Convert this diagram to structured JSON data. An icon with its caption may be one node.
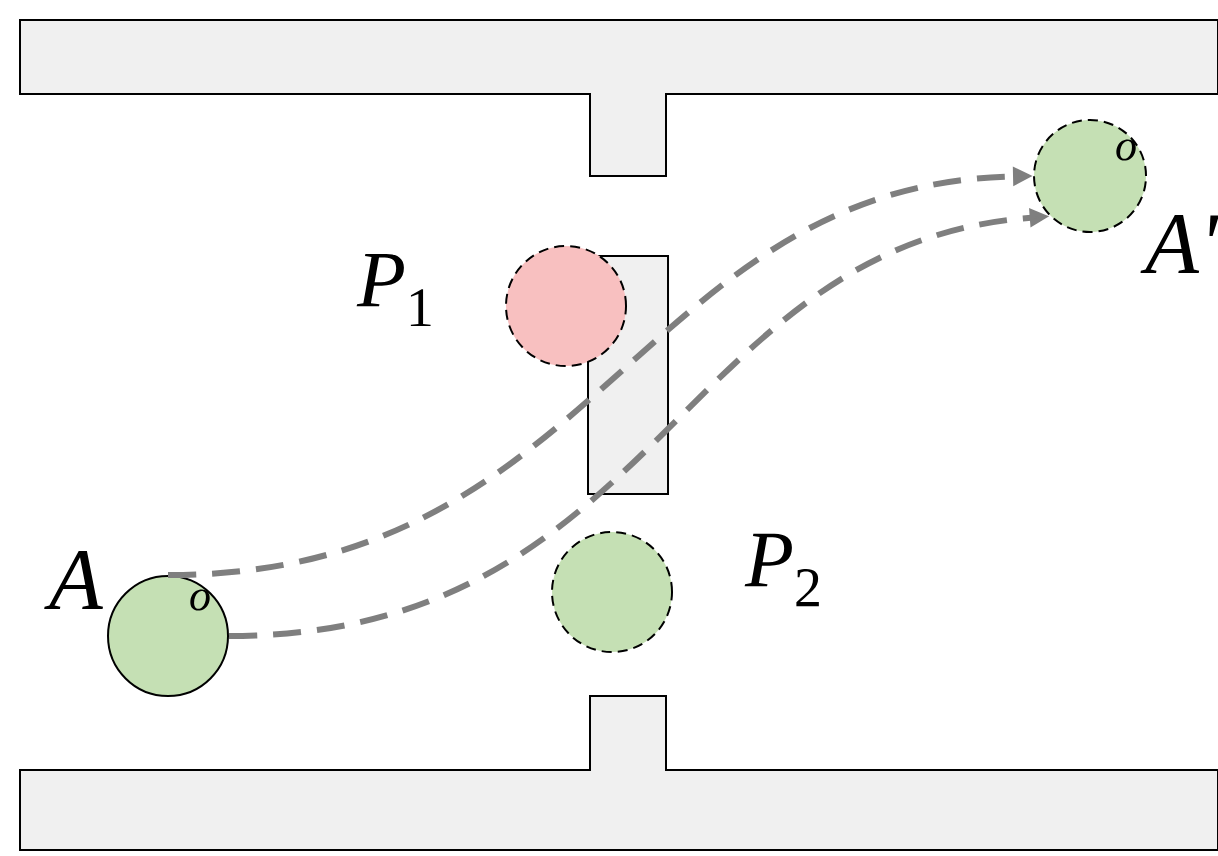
{
  "diagram": {
    "nodes": [
      {
        "text": [
          "*o*"
        ],
        "beside": [
          "*A*"
        ]
      },
      {
        "text": [
          "*o*"
        ],
        "beside": [
          "*A'*"
        ]
      },
      {
        "text": [],
        "shape": "circle",
        "beside": [
          "*P*$_{1}$"
        ]
      },
      {
        "text": [],
        "shape": "circle",
        "beside": [
          "*P*$_{2}$"
        ]
      }
    ],
    "edges": [
      {
        "from": 0,
        "to": 1,
        "arrow": "to",
        "style": "dashed"
      },
      {
        "from": 0,
        "to": 1,
        "arrow": "to",
        "style": "dashed"
      }
    ]
  }
}
